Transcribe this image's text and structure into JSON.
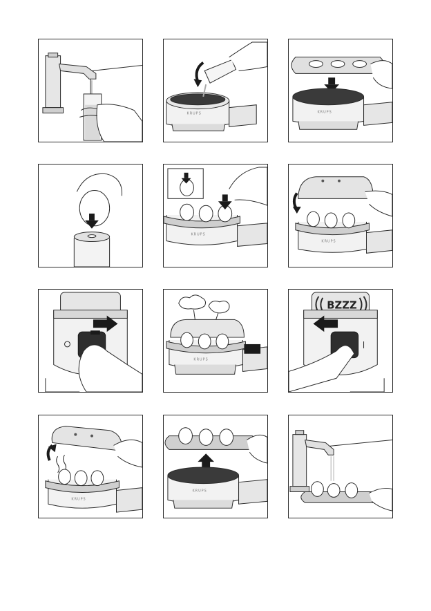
{
  "steps": [
    {
      "id": 1,
      "depicts": "filling-measuring-cup-at-tap"
    },
    {
      "id": 2,
      "depicts": "pouring-water-into-heating-plate"
    },
    {
      "id": 3,
      "depicts": "placing-egg-tray-on-base"
    },
    {
      "id": 4,
      "depicts": "piercing-egg-with-pin"
    },
    {
      "id": 5,
      "depicts": "placing-eggs-in-tray"
    },
    {
      "id": 6,
      "depicts": "closing-lid"
    },
    {
      "id": 7,
      "depicts": "switching-on"
    },
    {
      "id": 8,
      "depicts": "steam-cooking"
    },
    {
      "id": 9,
      "depicts": "buzzer-and-switch-off"
    },
    {
      "id": 10,
      "depicts": "removing-lid-with-steam"
    },
    {
      "id": 11,
      "depicts": "lifting-egg-tray"
    },
    {
      "id": 12,
      "depicts": "rinsing-eggs-under-tap"
    }
  ],
  "brand_text": "KRUPS",
  "buzzer_text": "BZZZ",
  "colors": {
    "line": "#2a2a2a",
    "shade": "#d6d6d6",
    "light": "#eeeeee",
    "dark": "#3a3a3a",
    "arrow": "#1a1a1a"
  }
}
